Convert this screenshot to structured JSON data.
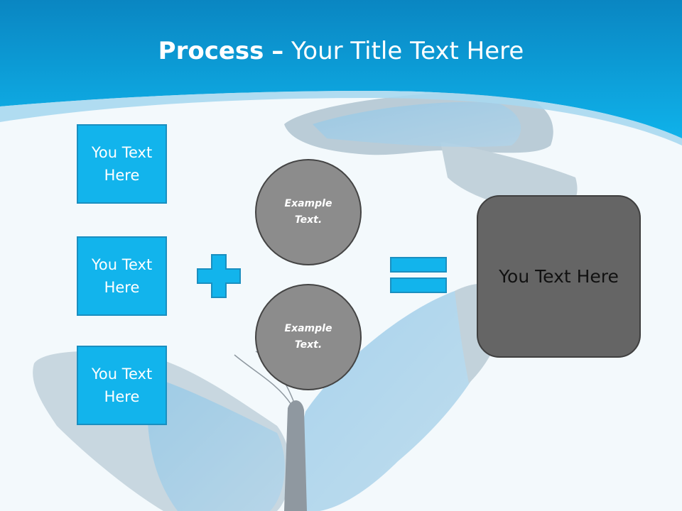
{
  "title": {
    "strong": "Process",
    "dash": "–",
    "rest": "Your Title Text Here"
  },
  "inputs": [
    {
      "label": "You Text Here"
    },
    {
      "label": "You Text Here"
    },
    {
      "label": "You Text Here"
    }
  ],
  "circles": [
    {
      "label": "Example Text."
    },
    {
      "label": "Example Text."
    }
  ],
  "result": {
    "label": "You Text Here"
  },
  "colors": {
    "accent": "#12b4ec",
    "header": "#0e97d3",
    "circle": "#8c8c8c",
    "result": "#656565"
  },
  "icons": {
    "plus": "plus-icon",
    "equals": "equals-icon",
    "decoration": "butterfly-image"
  }
}
